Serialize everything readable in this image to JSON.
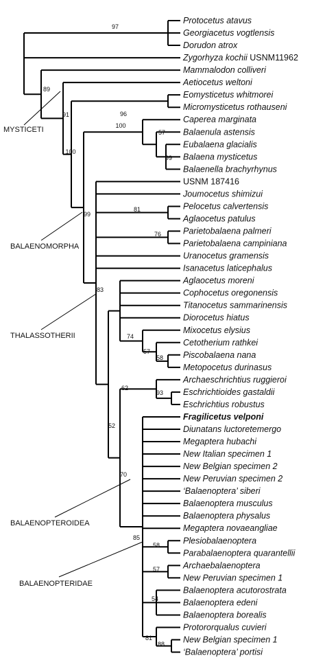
{
  "tree": {
    "taxa": [
      "Protocetus atavus",
      "Georgiacetus vogtlensis",
      "Dorudon atrox",
      "Zygorhyza kochii USNM11962",
      "Mammalodon colliveri",
      "Aetiocetus weltoni",
      "Eomysticetus whitmorei",
      "Micromysticetus rothauseni",
      "Caperea marginata",
      "Balaenula astensis",
      "Eubalaena glacialis",
      "Balaena mysticetus",
      "Balaenella brachyrhynus",
      "USNM 187416",
      "Joumocetus shimizui",
      "Pelocetus calvertensis",
      "Aglaocetus patulus",
      "Parietobalaena palmeri",
      "Parietobalaena campiniana",
      "Uranocetus gramensis",
      "Isanacetus laticephalus",
      "Aglaocetus moreni",
      "Cophocetus oregonensis",
      "Titanocetus sammarinensis",
      "Diorocetus hiatus",
      "Mixocetus elysius",
      "Cetotherium rathkei",
      "Piscobalaena nana",
      "Metopocetus durinasus",
      "Archaeschrichtius ruggieroi",
      "Eschrichtioides gastaldii",
      "Eschrichtius robustus",
      "Fragilicetus velponi",
      "Diunatans luctoretemergo",
      "Megaptera hubachi",
      "New Italian specimen 1",
      "New Belgian specimen 2",
      "New Peruvian specimen 2",
      "‘Balaenoptera’ siberi",
      "Balaenoptera musculus",
      "Balaenoptera physalus",
      "Megaptera novaeangliae",
      "Plesiobalaenoptera",
      "Parabalaenoptera quarantellii",
      "Archaebalaenoptera",
      "New Peruvian specimen 1",
      "Balaenoptera acutorostrata",
      "Balaenoptera edeni",
      "Balaenoptera borealis",
      "Protororqualus cuvieri",
      "New Belgian specimen 1",
      "‘Balaenoptera’ portisi"
    ],
    "support_values": [
      "97",
      "89",
      "91",
      "96",
      "100",
      "100",
      "57",
      "99",
      "99",
      "81",
      "76",
      "83",
      "74",
      "57",
      "58",
      "52",
      "62",
      "93",
      "70",
      "85",
      "58",
      "57",
      "54",
      "81",
      "88"
    ],
    "clade_labels": [
      "MYSTICETI",
      "BALAENOMORPHA",
      "THALASSOTHERII",
      "BALAENOPTEROIDEA",
      "BALAENOPTERIDAE"
    ]
  }
}
